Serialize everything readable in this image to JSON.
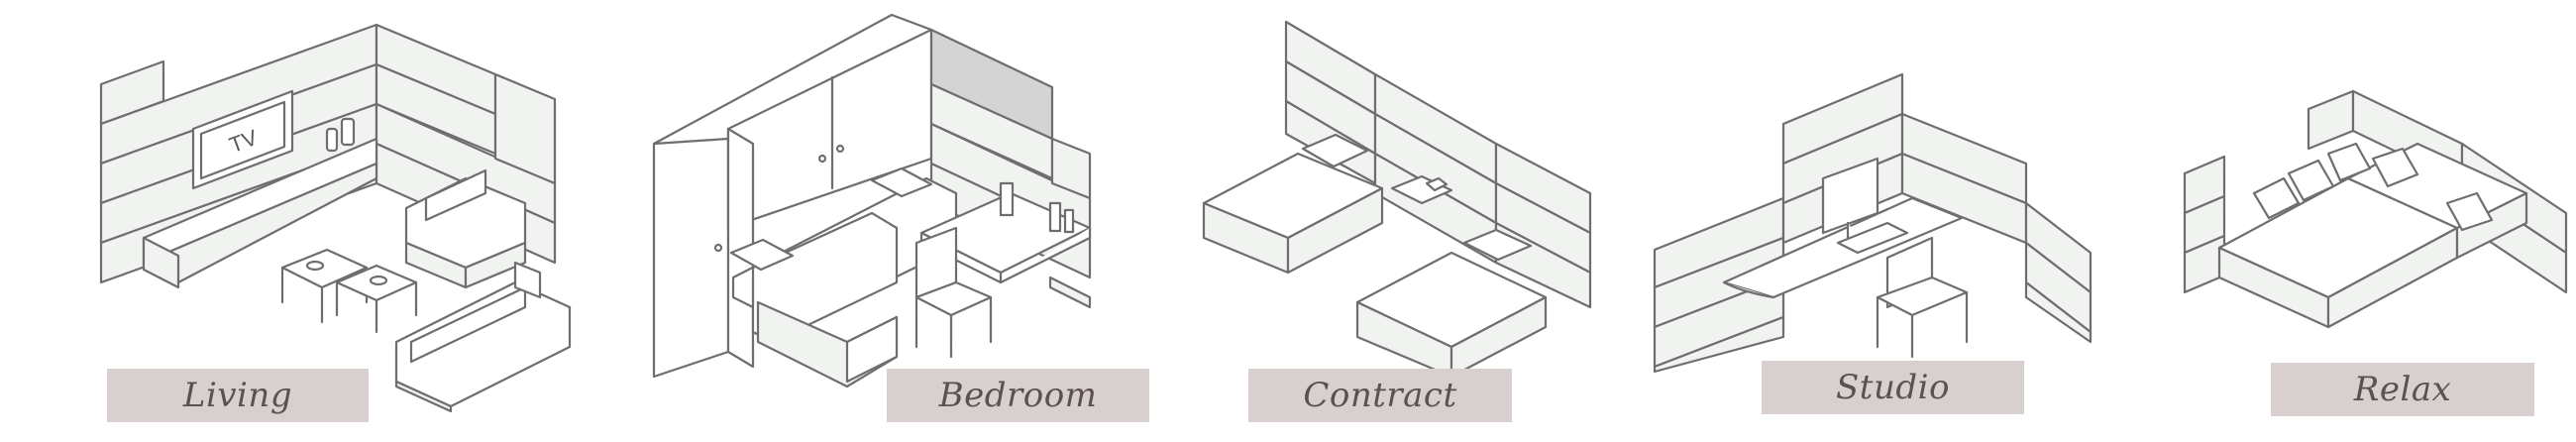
{
  "labels": {
    "living": "Living",
    "bedroom": "Bedroom",
    "contract": "Contract",
    "studio": "Studio",
    "relax": "Relax"
  },
  "tv_text": "TV",
  "colors": {
    "label_bg": "#d8d0cf",
    "label_text": "#5c5050",
    "line": "#6e6e6e",
    "panel": "#f1f3f1",
    "panel_dark": "#d4d4d4"
  }
}
